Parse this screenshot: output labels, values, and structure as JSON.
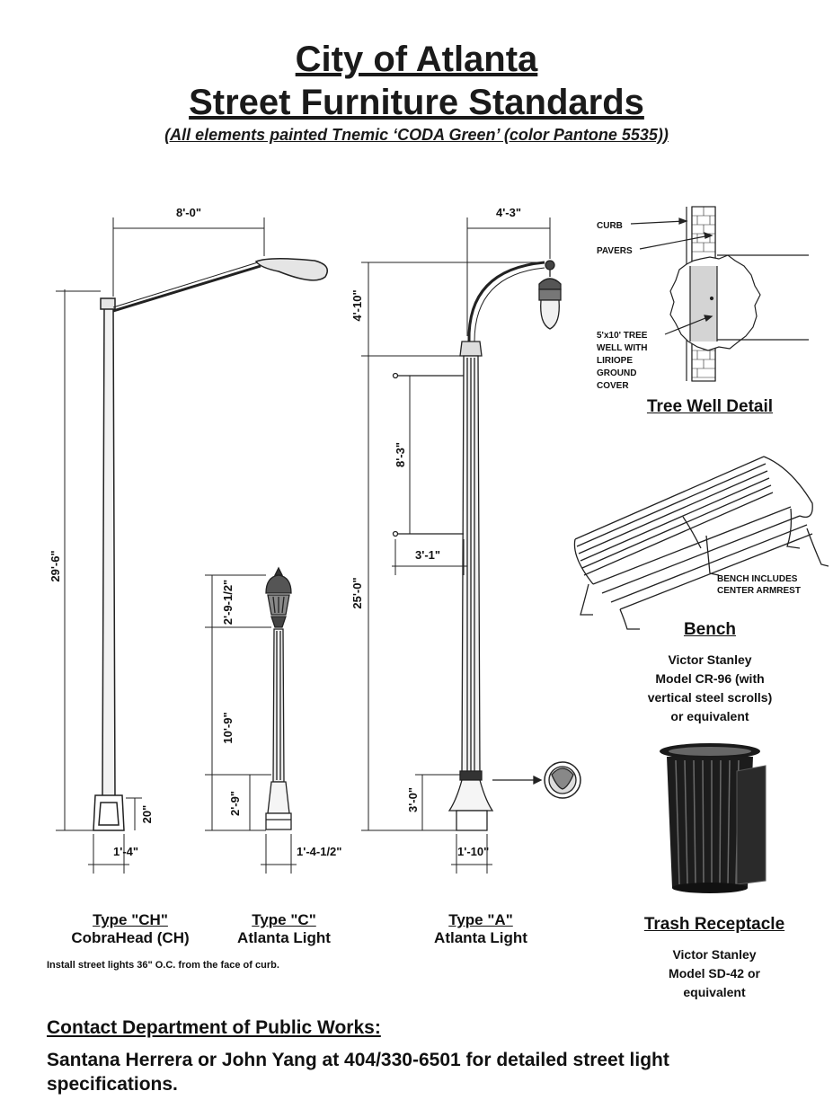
{
  "header": {
    "title_line1": "City of Atlanta",
    "title_line2": "Street Furniture Standards",
    "subtitle": "(All elements painted Tnemic ‘CODA Green’ (color Pantone 5535))"
  },
  "dimensions": {
    "ch_arm_reach": "8'-0\"",
    "ch_height": "29'-6\"",
    "ch_base_height": "20\"",
    "ch_base_width": "1'-4\"",
    "c_lantern_height": "2'-9-1/2\"",
    "c_shaft_height": "10'-9\"",
    "c_base_height": "2'-9\"",
    "c_base_width": "1'-4-1/2\"",
    "a_arm_reach": "4'-3\"",
    "a_arm_height": "4'-10\"",
    "a_banner_height": "8'-3\"",
    "a_banner_width": "3'-1\"",
    "a_pole_height": "25'-0\"",
    "a_base_height": "3'-0\"",
    "a_base_width": "1'-10\""
  },
  "tree_well": {
    "label_curb": "CURB",
    "label_pavers": "PAVERS",
    "label_well": [
      "5'x10' TREE",
      "WELL WITH",
      "LIRIOPE",
      "GROUND",
      "COVER"
    ],
    "title": "Tree Well Detail"
  },
  "bench": {
    "note": [
      "BENCH INCLUDES",
      "CENTER ARMREST"
    ],
    "title": "Bench",
    "desc": [
      "Victor Stanley",
      "Model CR-96 (with",
      "vertical steel scrolls)",
      "or equivalent"
    ]
  },
  "trash": {
    "title": "Trash Receptacle",
    "desc": [
      "Victor Stanley",
      "Model SD-42 or",
      "equivalent"
    ]
  },
  "lights": {
    "ch": {
      "type": "Type \"CH\"",
      "name": "CobraHead (CH)"
    },
    "c": {
      "type": "Type \"C\"",
      "name": "Atlanta Light"
    },
    "a": {
      "type": "Type \"A\"",
      "name": "Atlanta Light"
    },
    "install_note": "Install street lights 36\" O.C. from the face of curb."
  },
  "contact": {
    "heading": "Contact Department of Public Works:",
    "body": "Santana Herrera or John Yang at 404/330-6501 for detailed street light specifications."
  }
}
